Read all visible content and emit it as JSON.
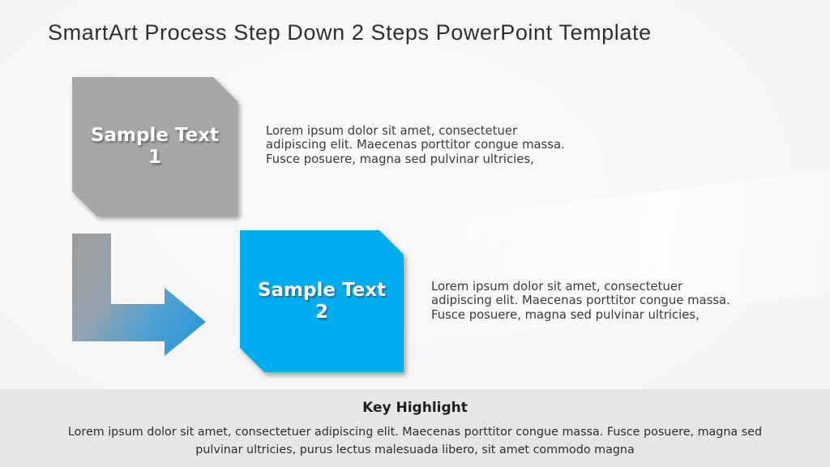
{
  "slide": {
    "title": "SmartArt Process Step Down 2 Steps PowerPoint Template",
    "steps": [
      {
        "label": "Sample Text",
        "number": "1",
        "color": "#a6a6a6",
        "description": "Lorem ipsum dolor sit amet, consectetuer\nadipiscing elit. Maecenas porttitor congue massa.\nFusce posuere, magna sed pulvinar ultricies,"
      },
      {
        "label": "Sample Text",
        "number": "2",
        "color": "#00adee",
        "description": "Lorem ipsum dolor sit amet, consectetuer\nadipiscing elit. Maecenas porttitor congue massa.\nFusce posuere, magna sed pulvinar ultricies,"
      }
    ],
    "arrow": {
      "name": "step-down-bent-arrow",
      "gradient_start_color": "#9e9e9e",
      "gradient_end_color": "#2d9ad8"
    },
    "footer": {
      "heading": "Key Highlight",
      "body": "Lorem ipsum dolor sit amet, consectetuer adipiscing elit. Maecenas porttitor congue massa. Fusce posuere, magna sed\npulvinar ultricies, purus lectus malesuada libero, sit amet commodo magna"
    },
    "colors": {
      "background": "#f7f6f5",
      "footer_bar": "#e7e6e5",
      "title_text": "#2f2f2f",
      "body_text": "#3b3b3b"
    }
  }
}
